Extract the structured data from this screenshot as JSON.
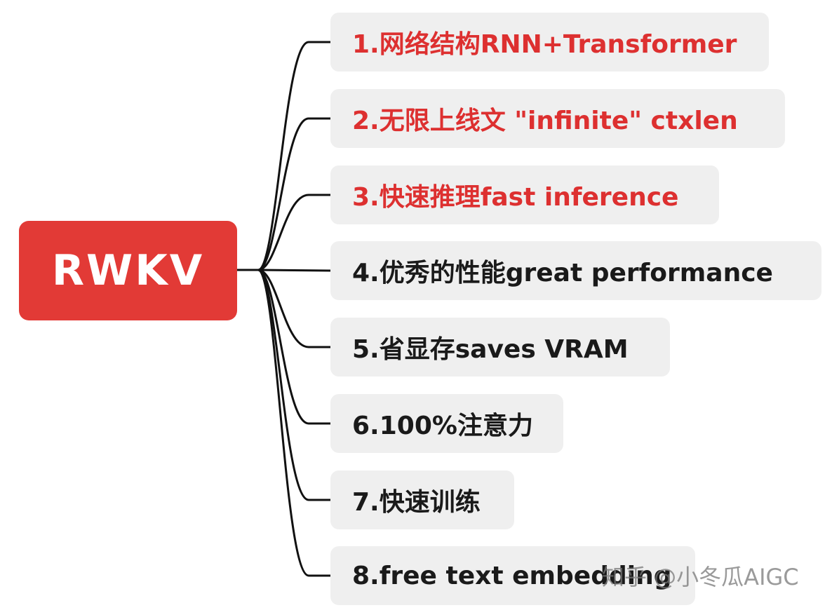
{
  "root": {
    "label": "RWKV"
  },
  "items": [
    {
      "label": "1.网络结构RNN+Transformer",
      "highlight": true
    },
    {
      "label": "2.无限上线文 \"infinite\" ctxlen",
      "highlight": true
    },
    {
      "label": "3.快速推理fast inference",
      "highlight": true
    },
    {
      "label": "4.优秀的性能great performance",
      "highlight": false
    },
    {
      "label": "5.省显存saves VRAM",
      "highlight": false
    },
    {
      "label": "6.100%注意力",
      "highlight": false
    },
    {
      "label": "7.快速训练",
      "highlight": false
    },
    {
      "label": "8.free text embedding",
      "highlight": false
    }
  ],
  "watermark": "知乎 @小冬瓜AIGC",
  "colors": {
    "root_fill": "#e23a36",
    "highlight_text": "#dd3030",
    "normal_text": "#1a1a1a",
    "node_fill": "#efefef",
    "connector": "#111111"
  }
}
